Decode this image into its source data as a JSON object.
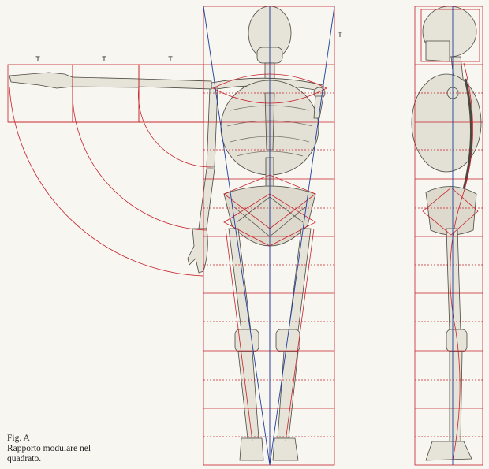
{
  "module_labels": [
    "T",
    "T",
    "T",
    "T"
  ],
  "caption": {
    "figure": "Fig. A",
    "line1": "Rapporto modulare nel",
    "line2": "quadrato."
  },
  "colors": {
    "background": "#f7f6f1",
    "grid_red": "#c8202a",
    "guide_blue": "#1f3f9a",
    "bone_fill": "#e6e3d8",
    "bone_stroke": "#4a4740"
  }
}
